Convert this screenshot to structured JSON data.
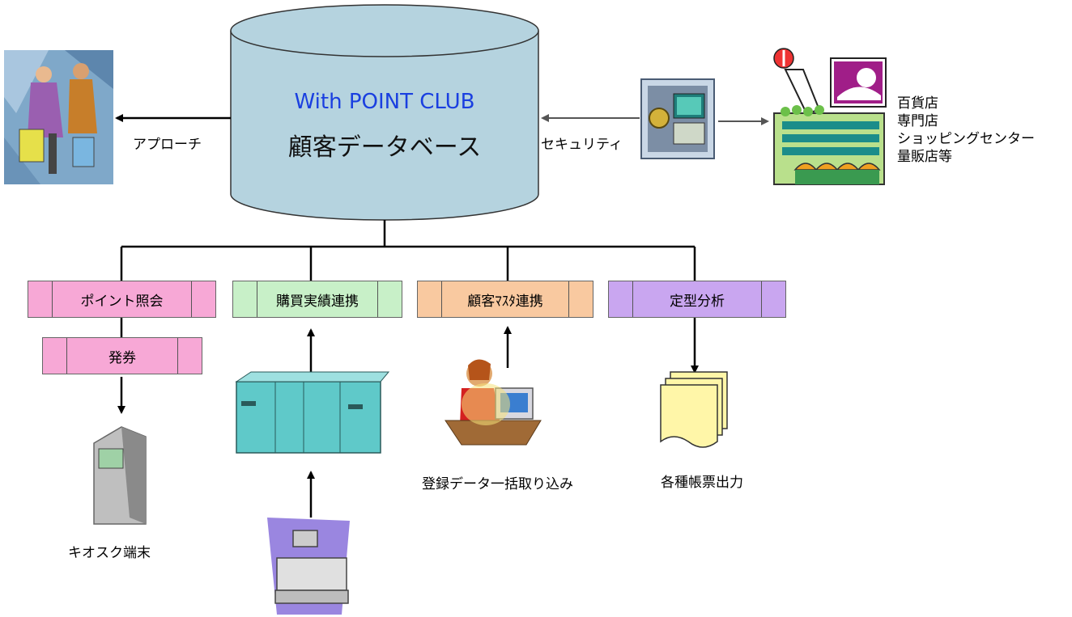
{
  "database": {
    "title": "With POINT CLUB",
    "subtitle": "顧客データベース",
    "fill": "#b5d3df"
  },
  "connections": {
    "approach": "アプローチ",
    "security": "セキュリティ"
  },
  "stores": [
    "百貨店",
    "専門店",
    "ショッピングセンター",
    "量販店等"
  ],
  "modules": [
    {
      "label": "ポイント照会",
      "color": "#f7a8d6"
    },
    {
      "label": "購買実績連携",
      "color": "#c8f0c8"
    },
    {
      "label": "顧客ﾏｽﾀ連携",
      "color": "#f9c9a0"
    },
    {
      "label": "定型分析",
      "color": "#c9a6f0"
    }
  ],
  "sub_module": {
    "label": "発券",
    "color": "#f7a8d6"
  },
  "captions": {
    "kiosk": "キオスク端末",
    "bulk_import": "登録データ一括取り込み",
    "reports": "各種帳票出力"
  },
  "icons": {
    "shoppers": "shoppers-clipart-icon",
    "safe_terminal": "safe-computer-icon",
    "storefront": "storefront-icon",
    "kiosk": "kiosk-terminal-icon",
    "mainframe": "mainframe-server-icon",
    "register": "cash-register-icon",
    "operator": "operator-at-desk-icon",
    "documents": "document-stack-icon"
  }
}
